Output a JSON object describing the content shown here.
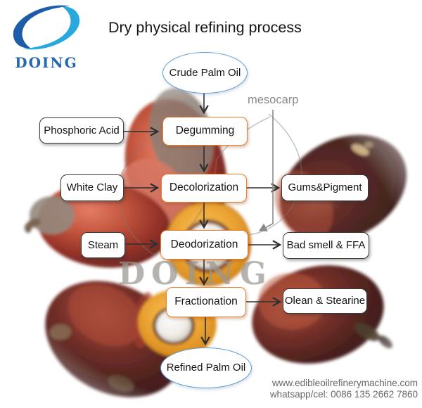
{
  "title": "Dry physical refining process",
  "logo": {
    "text": "DOING"
  },
  "flow": {
    "start": {
      "label": "Crude Palm Oil"
    },
    "steps": [
      {
        "label": "Degumming"
      },
      {
        "label": "Decolorization"
      },
      {
        "label": "Deodorization"
      },
      {
        "label": "Fractionation"
      }
    ],
    "end": {
      "label": "Refined Palm Oil"
    },
    "inputs": [
      {
        "label": "Phosphoric Acid",
        "to": "Degumming"
      },
      {
        "label": "White Clay",
        "to": "Decolorization"
      },
      {
        "label": "Steam",
        "to": "Deodorization"
      }
    ],
    "outputs": [
      {
        "label": "Gums&Pigment",
        "from": "Decolorization"
      },
      {
        "label": "Bad smell & FFA",
        "from": "Deodorization"
      },
      {
        "label": "Olean & Stearine",
        "from": "Fractionation"
      }
    ]
  },
  "annotation": {
    "label": "mesocarp"
  },
  "watermark": {
    "text": "DOING"
  },
  "contact": {
    "website": "www.edibleoilrefinerymachine.com",
    "phone": "whatsapp/cel: 0086 135 2662 7860"
  },
  "colors": {
    "process_border": "#ED7D31",
    "io_border": "#3B3B3B",
    "terminal_border": "#5B9BD5",
    "logo_dark_blue": "#1D5CA8",
    "logo_light_blue": "#29A8E0",
    "logo_text": "#2667B0",
    "annotation_gray": "#8A8A8A",
    "contact_gray": "#666666",
    "arrow": "#2F2F2F"
  }
}
